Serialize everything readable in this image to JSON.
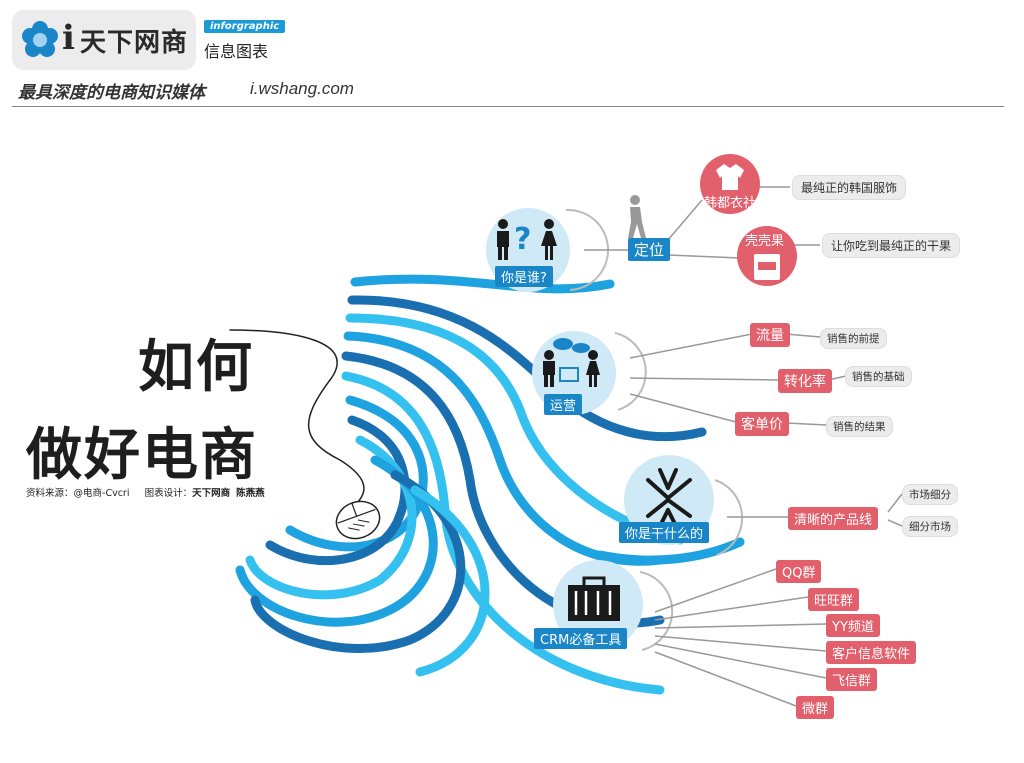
{
  "header": {
    "logo_text": "天下网商",
    "logo_i": "i",
    "tag": "inforgraphic",
    "tag_sub": "信息图表",
    "slogan": "最具深度的电商知识媒体",
    "url": "i.wshang.com"
  },
  "title": {
    "line1": "如何",
    "line2": "做好电商"
  },
  "credits": {
    "source_label": "资料来源：",
    "source": "@电商-Cvcri",
    "design_label": "图表设计：",
    "design_org": "天下网商",
    "designer": "陈燕燕"
  },
  "hubs": {
    "who": {
      "label": "你是谁?",
      "branch": "定位",
      "items": [
        {
          "circle": "韩都衣社",
          "desc": "最纯正的韩国服饰"
        },
        {
          "circle": "壳壳果",
          "desc": "让你吃到最纯正的干果"
        }
      ]
    },
    "ops": {
      "label": "运营",
      "items": [
        {
          "tag": "流量",
          "desc": "销售的前提"
        },
        {
          "tag": "转化率",
          "desc": "销售的基础"
        },
        {
          "tag": "客单价",
          "desc": "销售的结果"
        }
      ]
    },
    "what": {
      "label": "你是干什么的",
      "branch": "清晰的产品线",
      "items": [
        "市场细分",
        "细分市场"
      ]
    },
    "crm": {
      "label": "CRM必备工具",
      "items": [
        "QQ群",
        "旺旺群",
        "YY频道",
        "客户信息软件",
        "飞信群",
        "微群"
      ]
    }
  },
  "colors": {
    "blue_dark": "#1a6fb0",
    "blue": "#1ea3e0",
    "blue_light": "#35c1f0",
    "red": "#e2606c",
    "gray": "#ececec"
  }
}
